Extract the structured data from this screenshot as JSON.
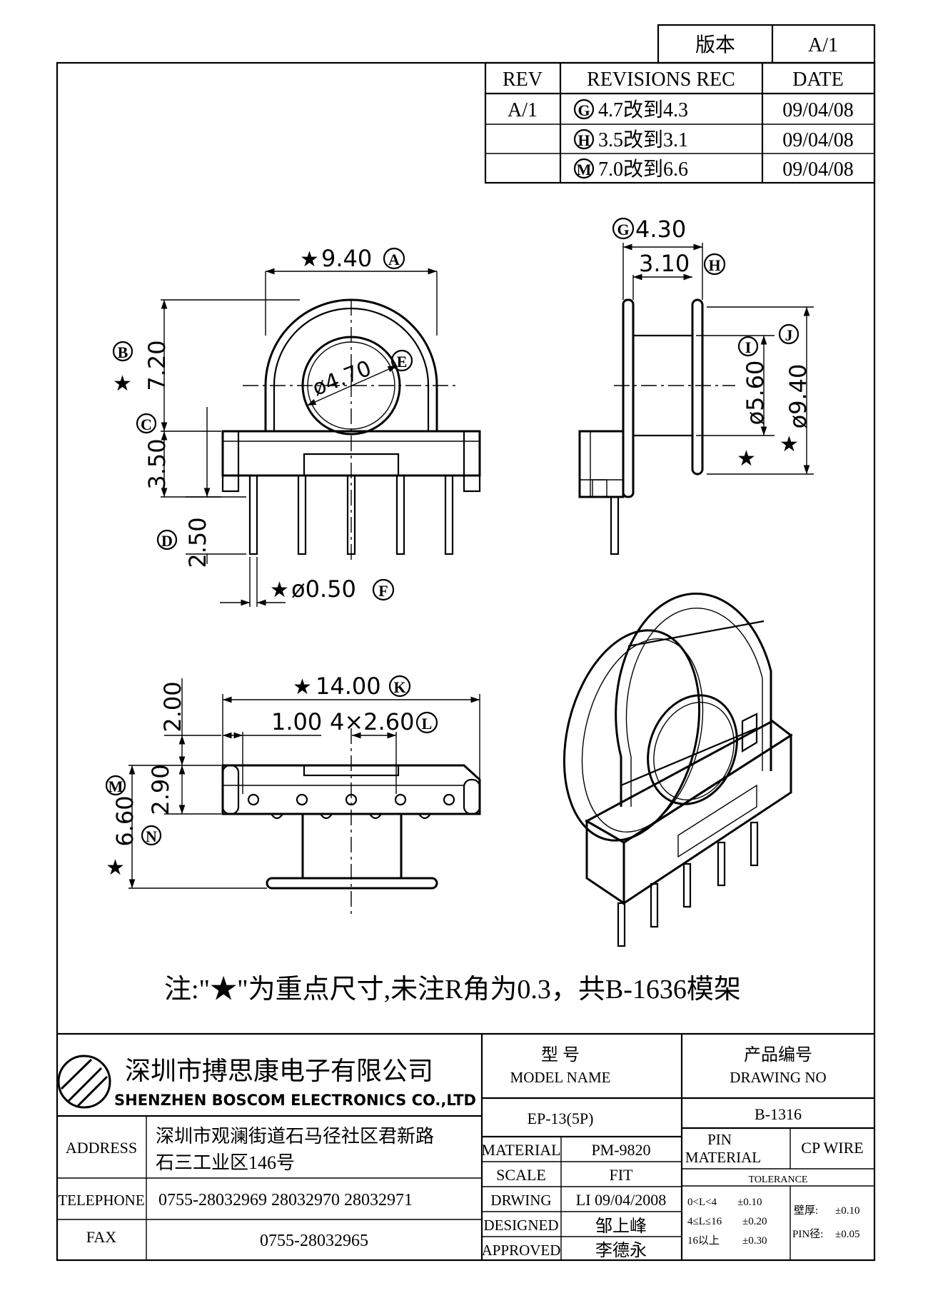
{
  "version_box": {
    "label": "版本",
    "value": "A/1"
  },
  "revisions": {
    "headers": [
      "REV",
      "REVISIONS REC",
      "DATE"
    ],
    "rows": [
      {
        "rev": "A/1",
        "mark": "G",
        "text": "4.7改到4.3",
        "date": "09/04/08"
      },
      {
        "rev": "",
        "mark": "H",
        "text": "3.5改到3.1",
        "date": "09/04/08"
      },
      {
        "rev": "",
        "mark": "M",
        "text": "7.0改到6.6",
        "date": "09/04/08"
      }
    ]
  },
  "dimensions": {
    "front_width": "9.40",
    "front_width_mark": "A",
    "front_height": "7.20",
    "front_height_mark": "B",
    "base_height": "3.50",
    "base_height_mark": "C",
    "pin_length": "2.50",
    "pin_length_mark": "D",
    "hole_dia": "ø4.70",
    "hole_dia_mark": "E",
    "pin_dia": "ø0.50",
    "pin_dia_mark": "F",
    "side_outer": "4.30",
    "side_outer_mark": "G",
    "side_inner": "3.10",
    "side_inner_mark": "H",
    "core_dia": "ø5.60",
    "core_dia_mark": "I",
    "flange_dia": "ø9.40",
    "flange_dia_mark": "J",
    "bottom_width": "14.00",
    "bottom_width_mark": "K",
    "pin_offset": "1.00",
    "pin_pitch": "4×2.60",
    "pin_pitch_mark": "L",
    "bottom_top": "2.00",
    "bottom_depth": "2.90",
    "bottom_depth_mark": "N",
    "bottom_height": "6.60",
    "bottom_height_mark": "M"
  },
  "note": "注:\"★\"为重点尺寸,未注R角为0.3，共B-1636模架",
  "title_block": {
    "company_cn": "深圳市搏思康电子有限公司",
    "company_en": "SHENZHEN BOSCOM ELECTRONICS CO.,LTD",
    "address_label": "ADDRESS",
    "address_line1": "深圳市观澜街道石马径社区君新路",
    "address_line2": "石三工业区146号",
    "telephone_label": "TELEPHONE",
    "telephone": "0755-28032969 28032970 28032971",
    "fax_label": "FAX",
    "fax": "0755-28032965",
    "model_label_cn": "型    号",
    "model_label_en": "MODEL NAME",
    "model": "EP-13(5P)",
    "drawing_label_cn": "产品编号",
    "drawing_label_en": "DRAWING NO",
    "drawing_no": "B-1316",
    "material_label": "MATERIAL",
    "material": "PM-9820",
    "pin_material_label_1": "PIN",
    "pin_material_label_2": "MATERIAL",
    "pin_material": "CP WIRE",
    "scale_label": "SCALE",
    "scale": "FIT",
    "drawing_label": "DRWING",
    "drawing": "LI 09/04/2008",
    "designed_label": "DESIGNED",
    "designed": "邹上峰",
    "approved_label": "APPROVED",
    "approved": "李德永",
    "tolerance_label": "TOLERANCE",
    "tol1_range": "0<L<4",
    "tol1_value": "±0.10",
    "tol2_range": "4≤L≤16",
    "tol2_value": "±0.20",
    "tol3_range": "16以上",
    "tol3_value": "±0.30",
    "wall_label": "壁厚:",
    "wall_value": "±0.10",
    "pin_dia_label": "PIN径:",
    "pin_dia_value": "±0.05"
  }
}
